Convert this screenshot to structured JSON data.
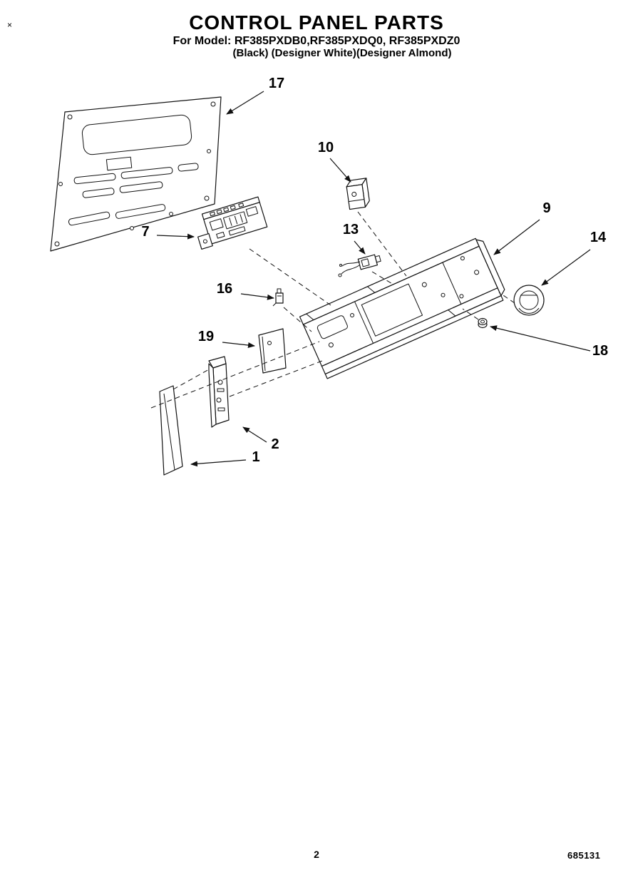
{
  "page": {
    "corner_mark": "×",
    "title": "CONTROL PANEL PARTS",
    "model_line": "For Model: RF385PXDB0,RF385PXDQ0, RF385PXDZ0",
    "finish_line": "(Black)  (Designer White)(Designer Almond)",
    "page_number": "2",
    "doc_number": "685131"
  },
  "colors": {
    "ink": "#000000",
    "paper": "#ffffff"
  },
  "callouts": [
    {
      "part": "rear-spacer-panel",
      "label": "17"
    },
    {
      "part": "switch",
      "label": "10"
    },
    {
      "part": "control-panel",
      "label": "9"
    },
    {
      "part": "knob",
      "label": "14"
    },
    {
      "part": "clock-control",
      "label": "7"
    },
    {
      "part": "wire-clip",
      "label": "13"
    },
    {
      "part": "clip",
      "label": "16"
    },
    {
      "part": "bracket-plate",
      "label": "19"
    },
    {
      "part": "spacer-grommet",
      "label": "18"
    },
    {
      "part": "end-cap-bracket",
      "label": "2"
    },
    {
      "part": "end-cap-trim",
      "label": "1"
    }
  ]
}
